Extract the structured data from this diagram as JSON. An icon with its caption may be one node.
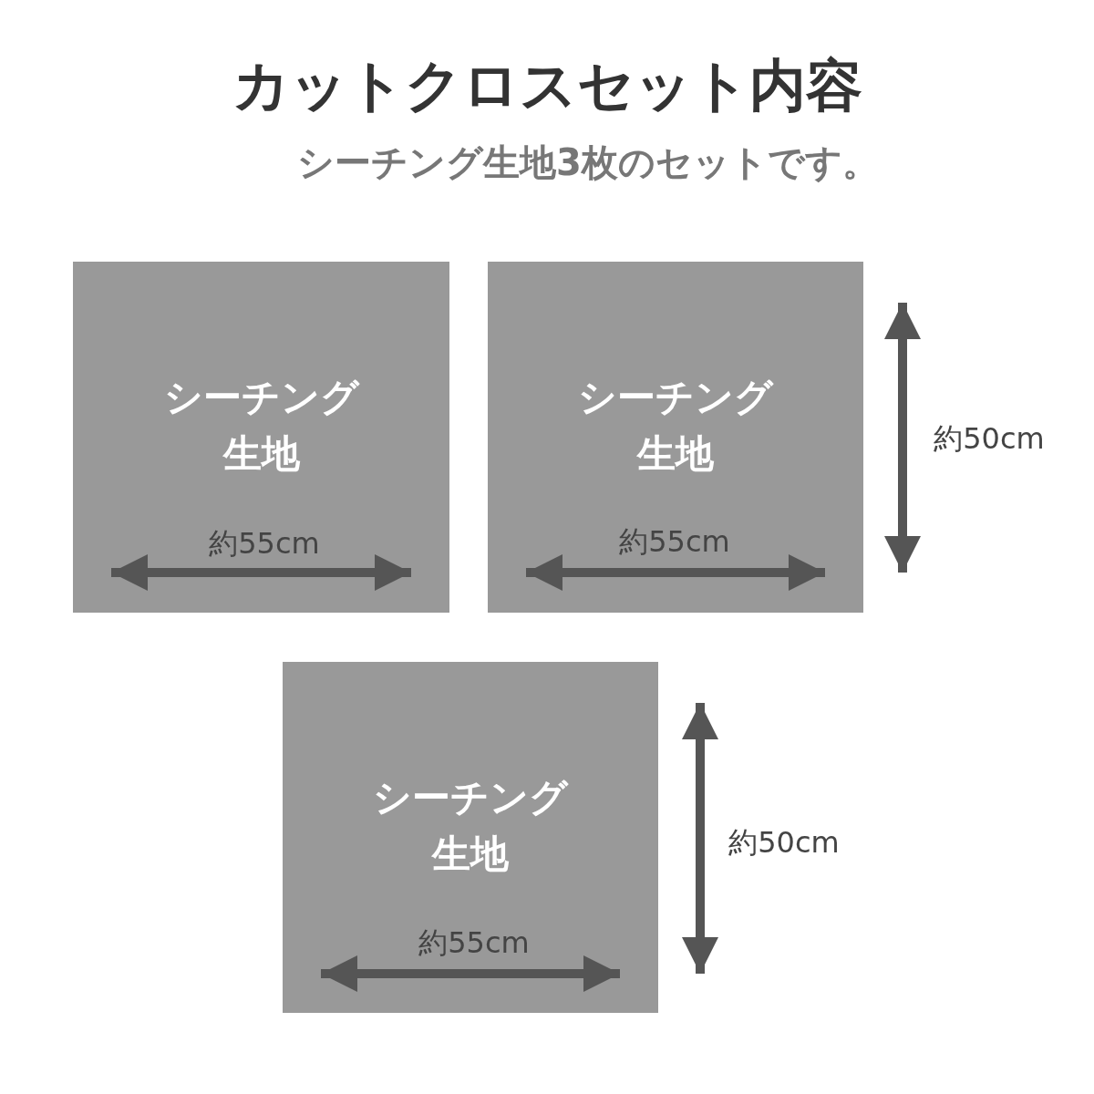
{
  "diagram": {
    "title": "カットクロスセット内容",
    "nodes": [
      {
        "text": [
          "シーチング生地"
        ]
      },
      {
        "text": [
          "シーチング生地"
        ]
      },
      {
        "text": [
          "シーチング生地"
        ]
      }
    ],
    "labels": [
      "シーチング生地3枚のセットです。",
      "約50cm",
      "約55cm",
      "約55cm",
      "約50cm",
      "約55cm"
    ]
  }
}
